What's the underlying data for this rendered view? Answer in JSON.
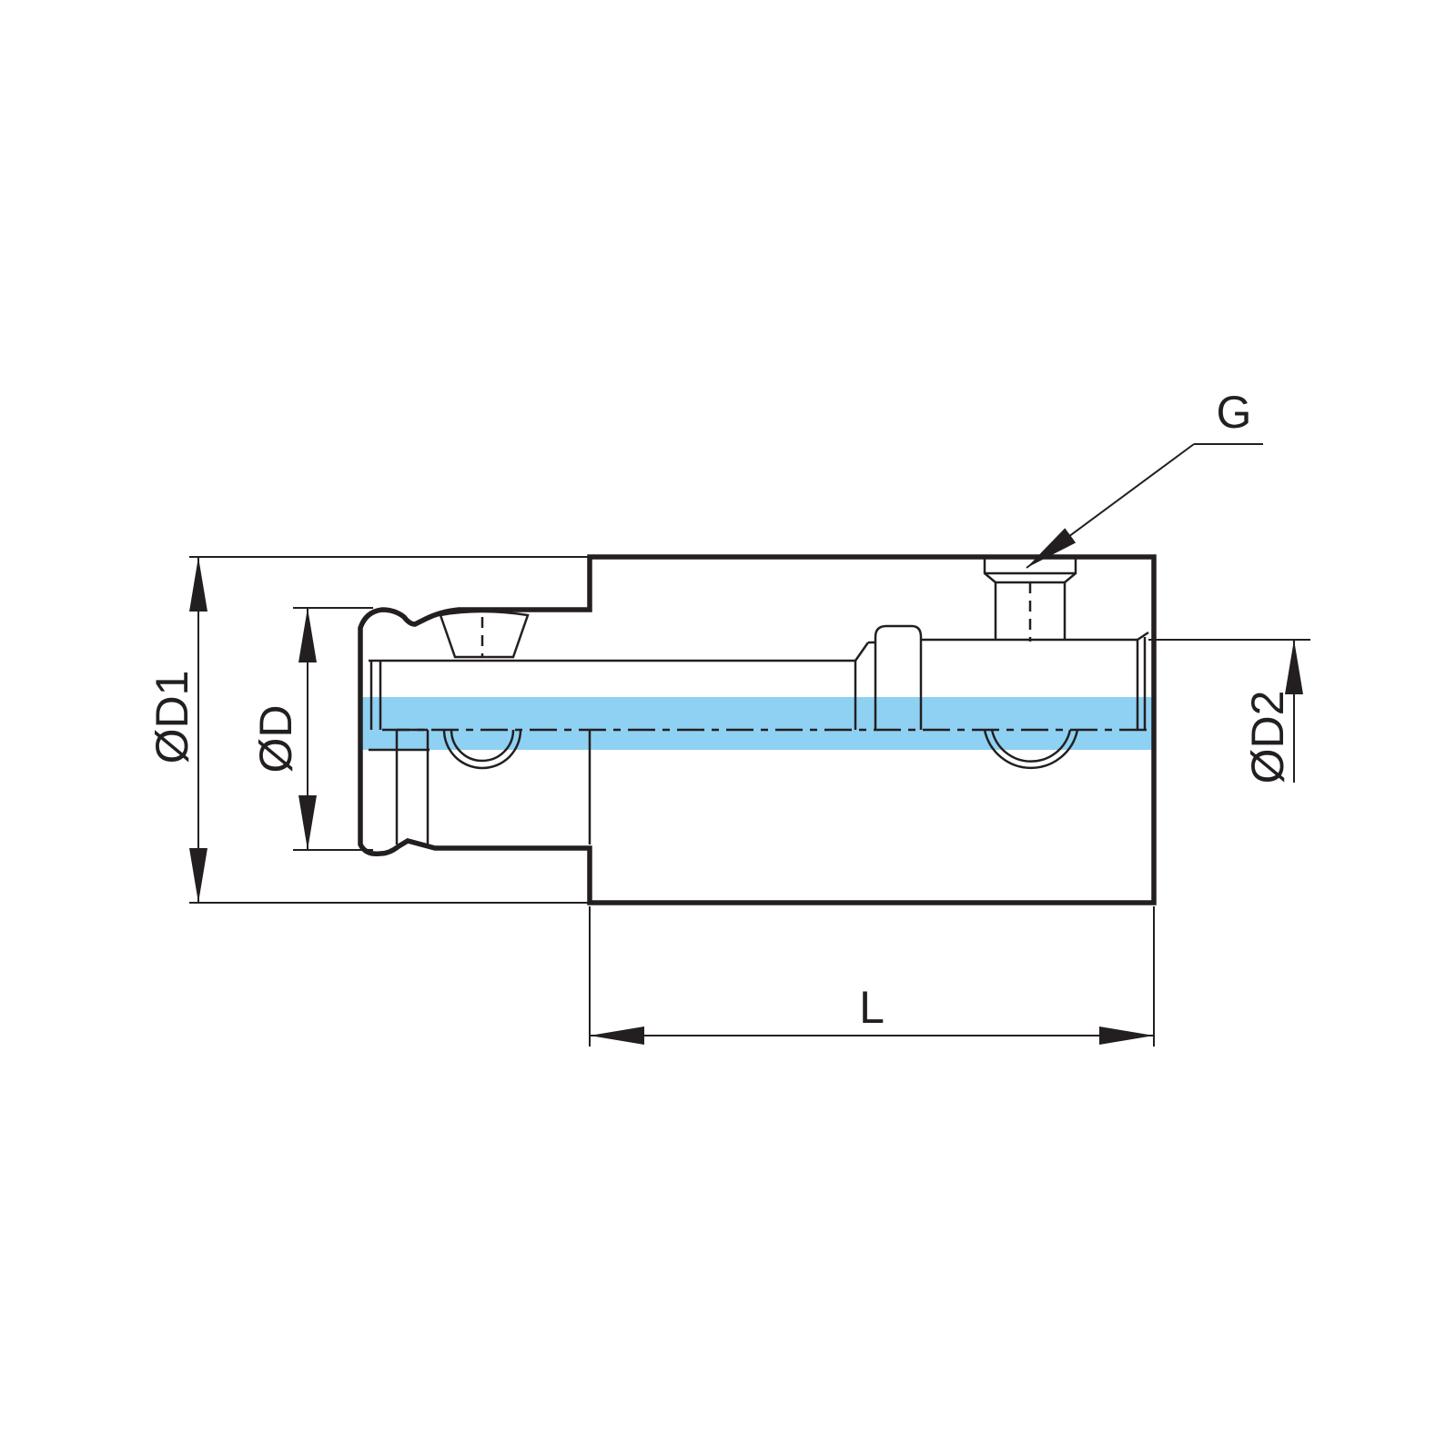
{
  "labels": {
    "d1": "ØD1",
    "d": "ØD",
    "d2": "ØD2",
    "g": "G",
    "l": "L"
  },
  "colors": {
    "outline": "#231f20",
    "bore_highlight": "#8fd1f2",
    "background": "#ffffff"
  }
}
